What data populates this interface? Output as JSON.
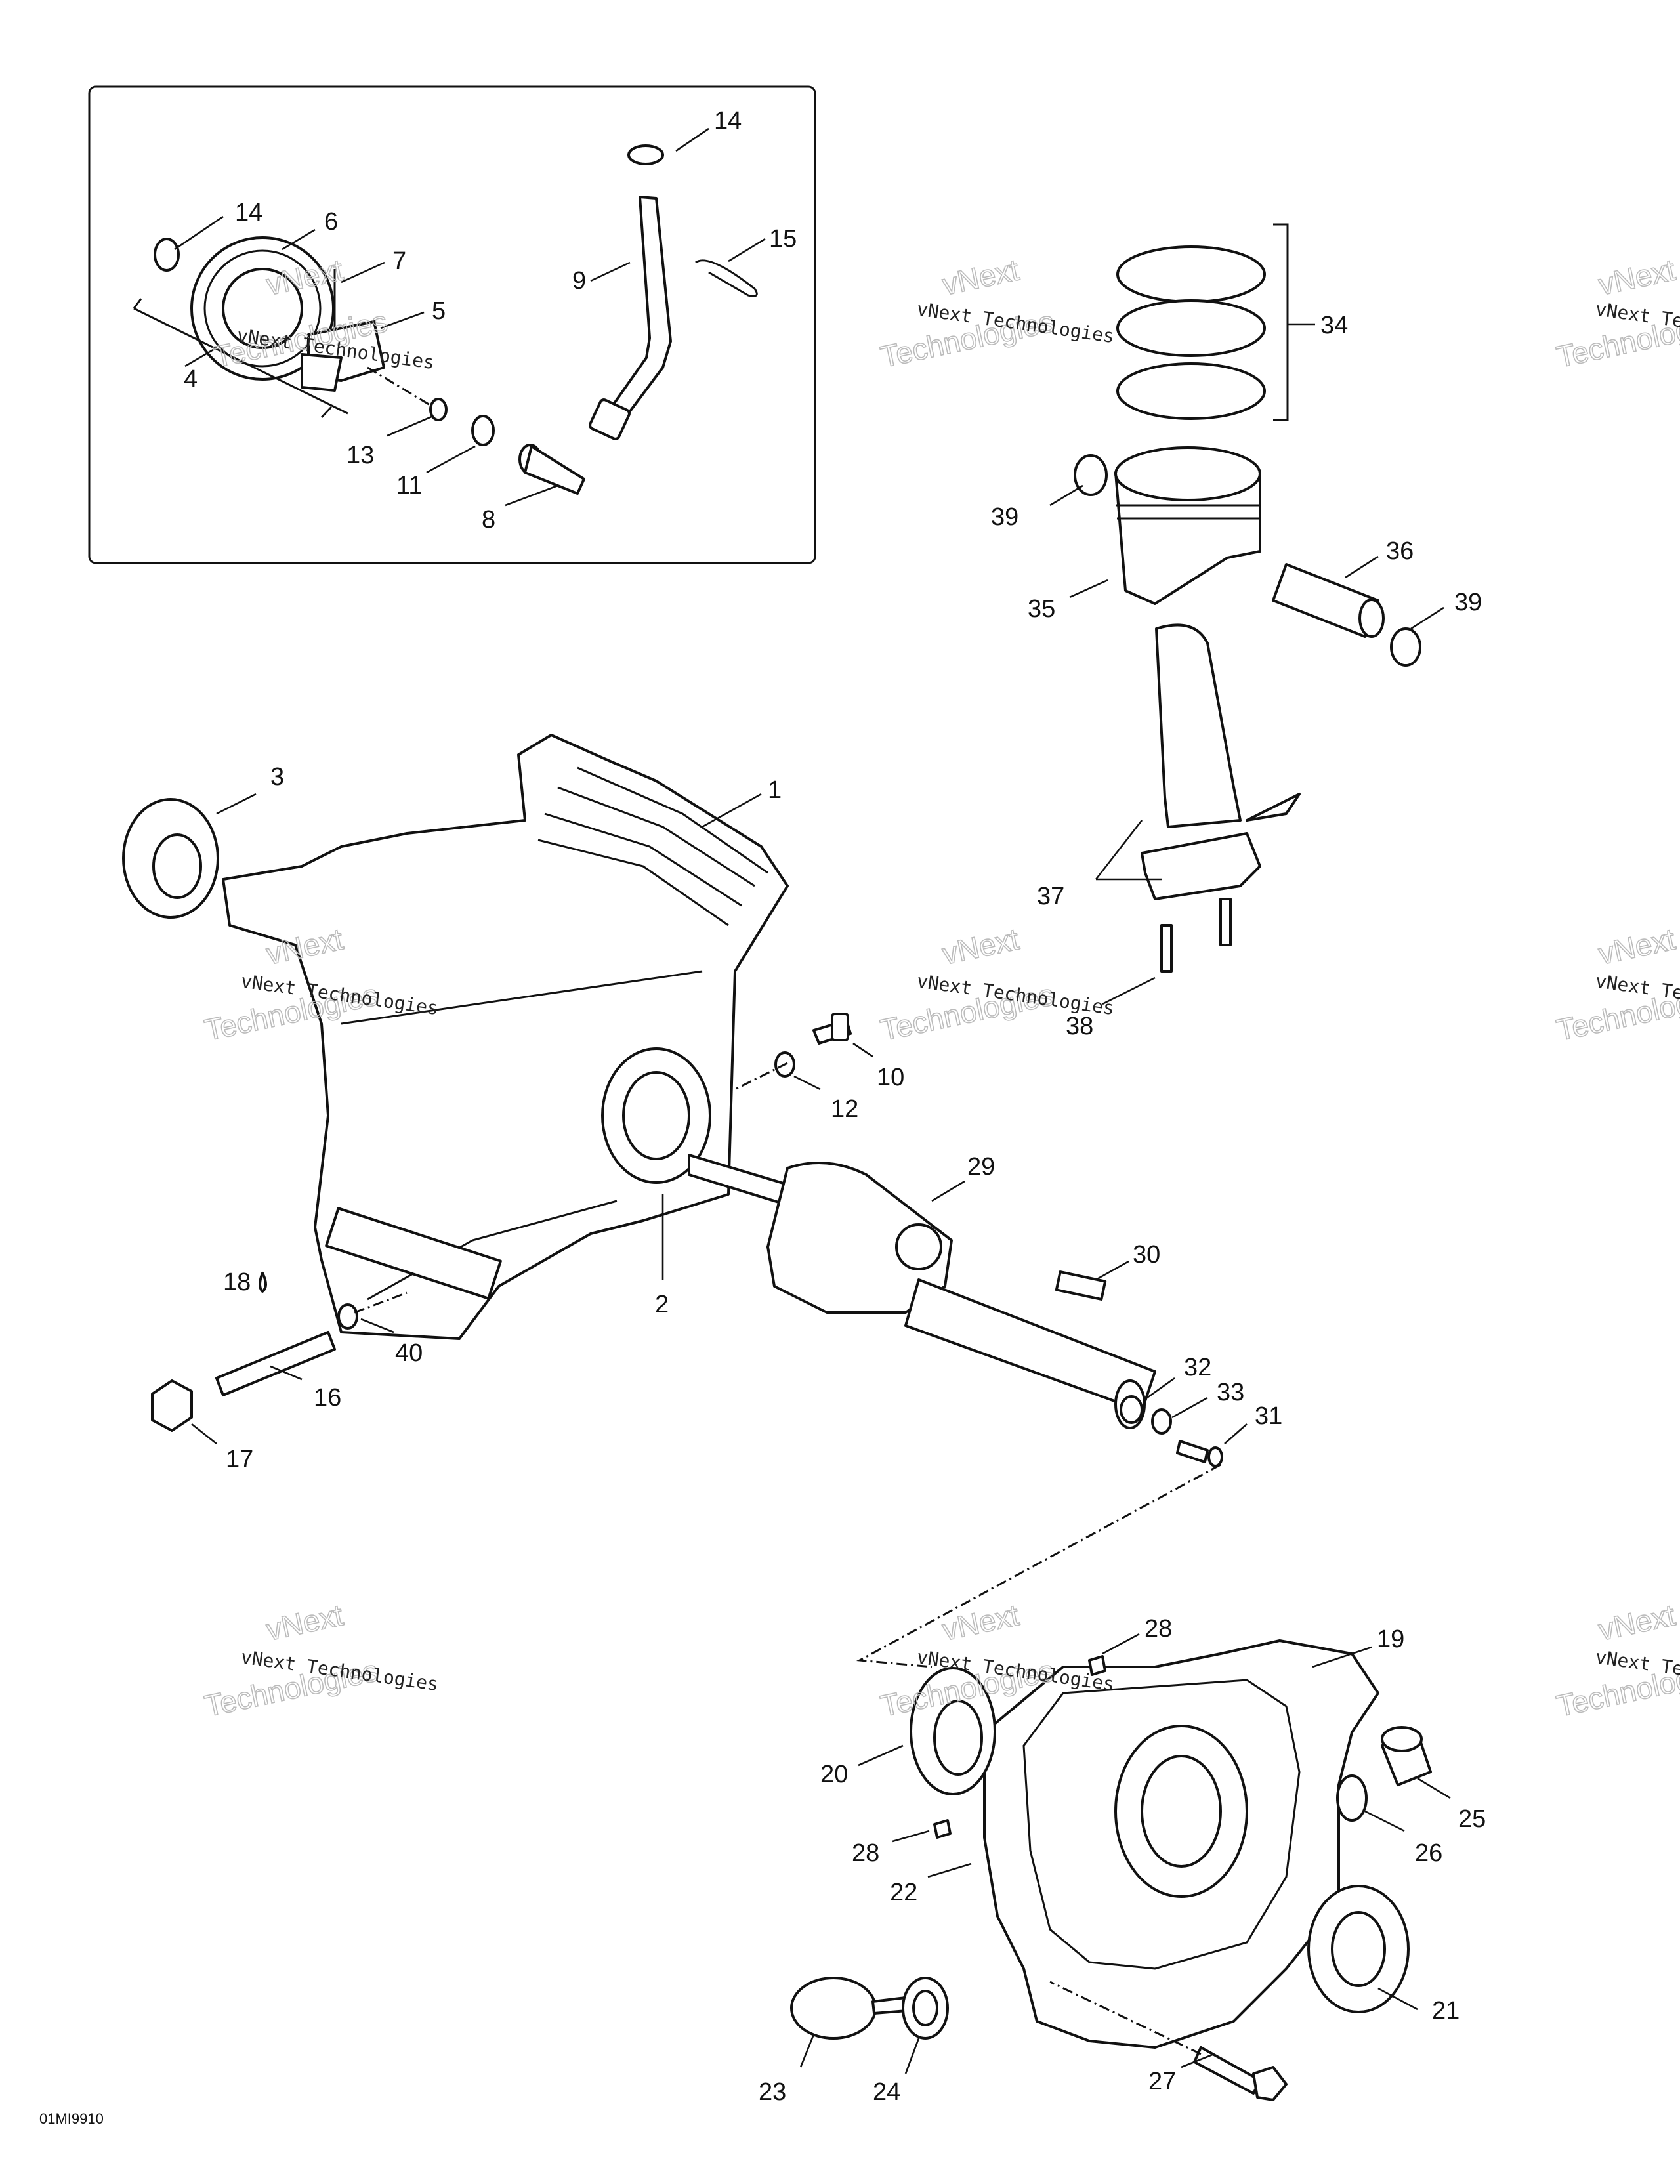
{
  "diagram": {
    "code": "01MI9910",
    "watermark_text": "vNext Technologies",
    "watermark_big_1": "vNext",
    "watermark_big_2": "Technologies"
  },
  "callouts": [
    {
      "id": "c14a",
      "label": "14"
    },
    {
      "id": "c6",
      "label": "6"
    },
    {
      "id": "c7",
      "label": "7"
    },
    {
      "id": "c5",
      "label": "5"
    },
    {
      "id": "c4",
      "label": "4"
    },
    {
      "id": "c13",
      "label": "13"
    },
    {
      "id": "c11",
      "label": "11"
    },
    {
      "id": "c8",
      "label": "8"
    },
    {
      "id": "c14b",
      "label": "14"
    },
    {
      "id": "c9",
      "label": "9"
    },
    {
      "id": "c15",
      "label": "15"
    },
    {
      "id": "c34",
      "label": "34"
    },
    {
      "id": "c39a",
      "label": "39"
    },
    {
      "id": "c35",
      "label": "35"
    },
    {
      "id": "c36",
      "label": "36"
    },
    {
      "id": "c39b",
      "label": "39"
    },
    {
      "id": "c37",
      "label": "37"
    },
    {
      "id": "c38",
      "label": "38"
    },
    {
      "id": "c3",
      "label": "3"
    },
    {
      "id": "c1",
      "label": "1"
    },
    {
      "id": "c10",
      "label": "10"
    },
    {
      "id": "c12",
      "label": "12"
    },
    {
      "id": "c29",
      "label": "29"
    },
    {
      "id": "c30",
      "label": "30"
    },
    {
      "id": "c2",
      "label": "2"
    },
    {
      "id": "c18",
      "label": "18"
    },
    {
      "id": "c40",
      "label": "40"
    },
    {
      "id": "c16",
      "label": "16"
    },
    {
      "id": "c17",
      "label": "17"
    },
    {
      "id": "c32",
      "label": "32"
    },
    {
      "id": "c33",
      "label": "33"
    },
    {
      "id": "c31",
      "label": "31"
    },
    {
      "id": "c28a",
      "label": "28"
    },
    {
      "id": "c19",
      "label": "19"
    },
    {
      "id": "c20",
      "label": "20"
    },
    {
      "id": "c25",
      "label": "25"
    },
    {
      "id": "c26",
      "label": "26"
    },
    {
      "id": "c28b",
      "label": "28"
    },
    {
      "id": "c22",
      "label": "22"
    },
    {
      "id": "c21",
      "label": "21"
    },
    {
      "id": "c23",
      "label": "23"
    },
    {
      "id": "c24",
      "label": "24"
    },
    {
      "id": "c27",
      "label": "27"
    }
  ]
}
